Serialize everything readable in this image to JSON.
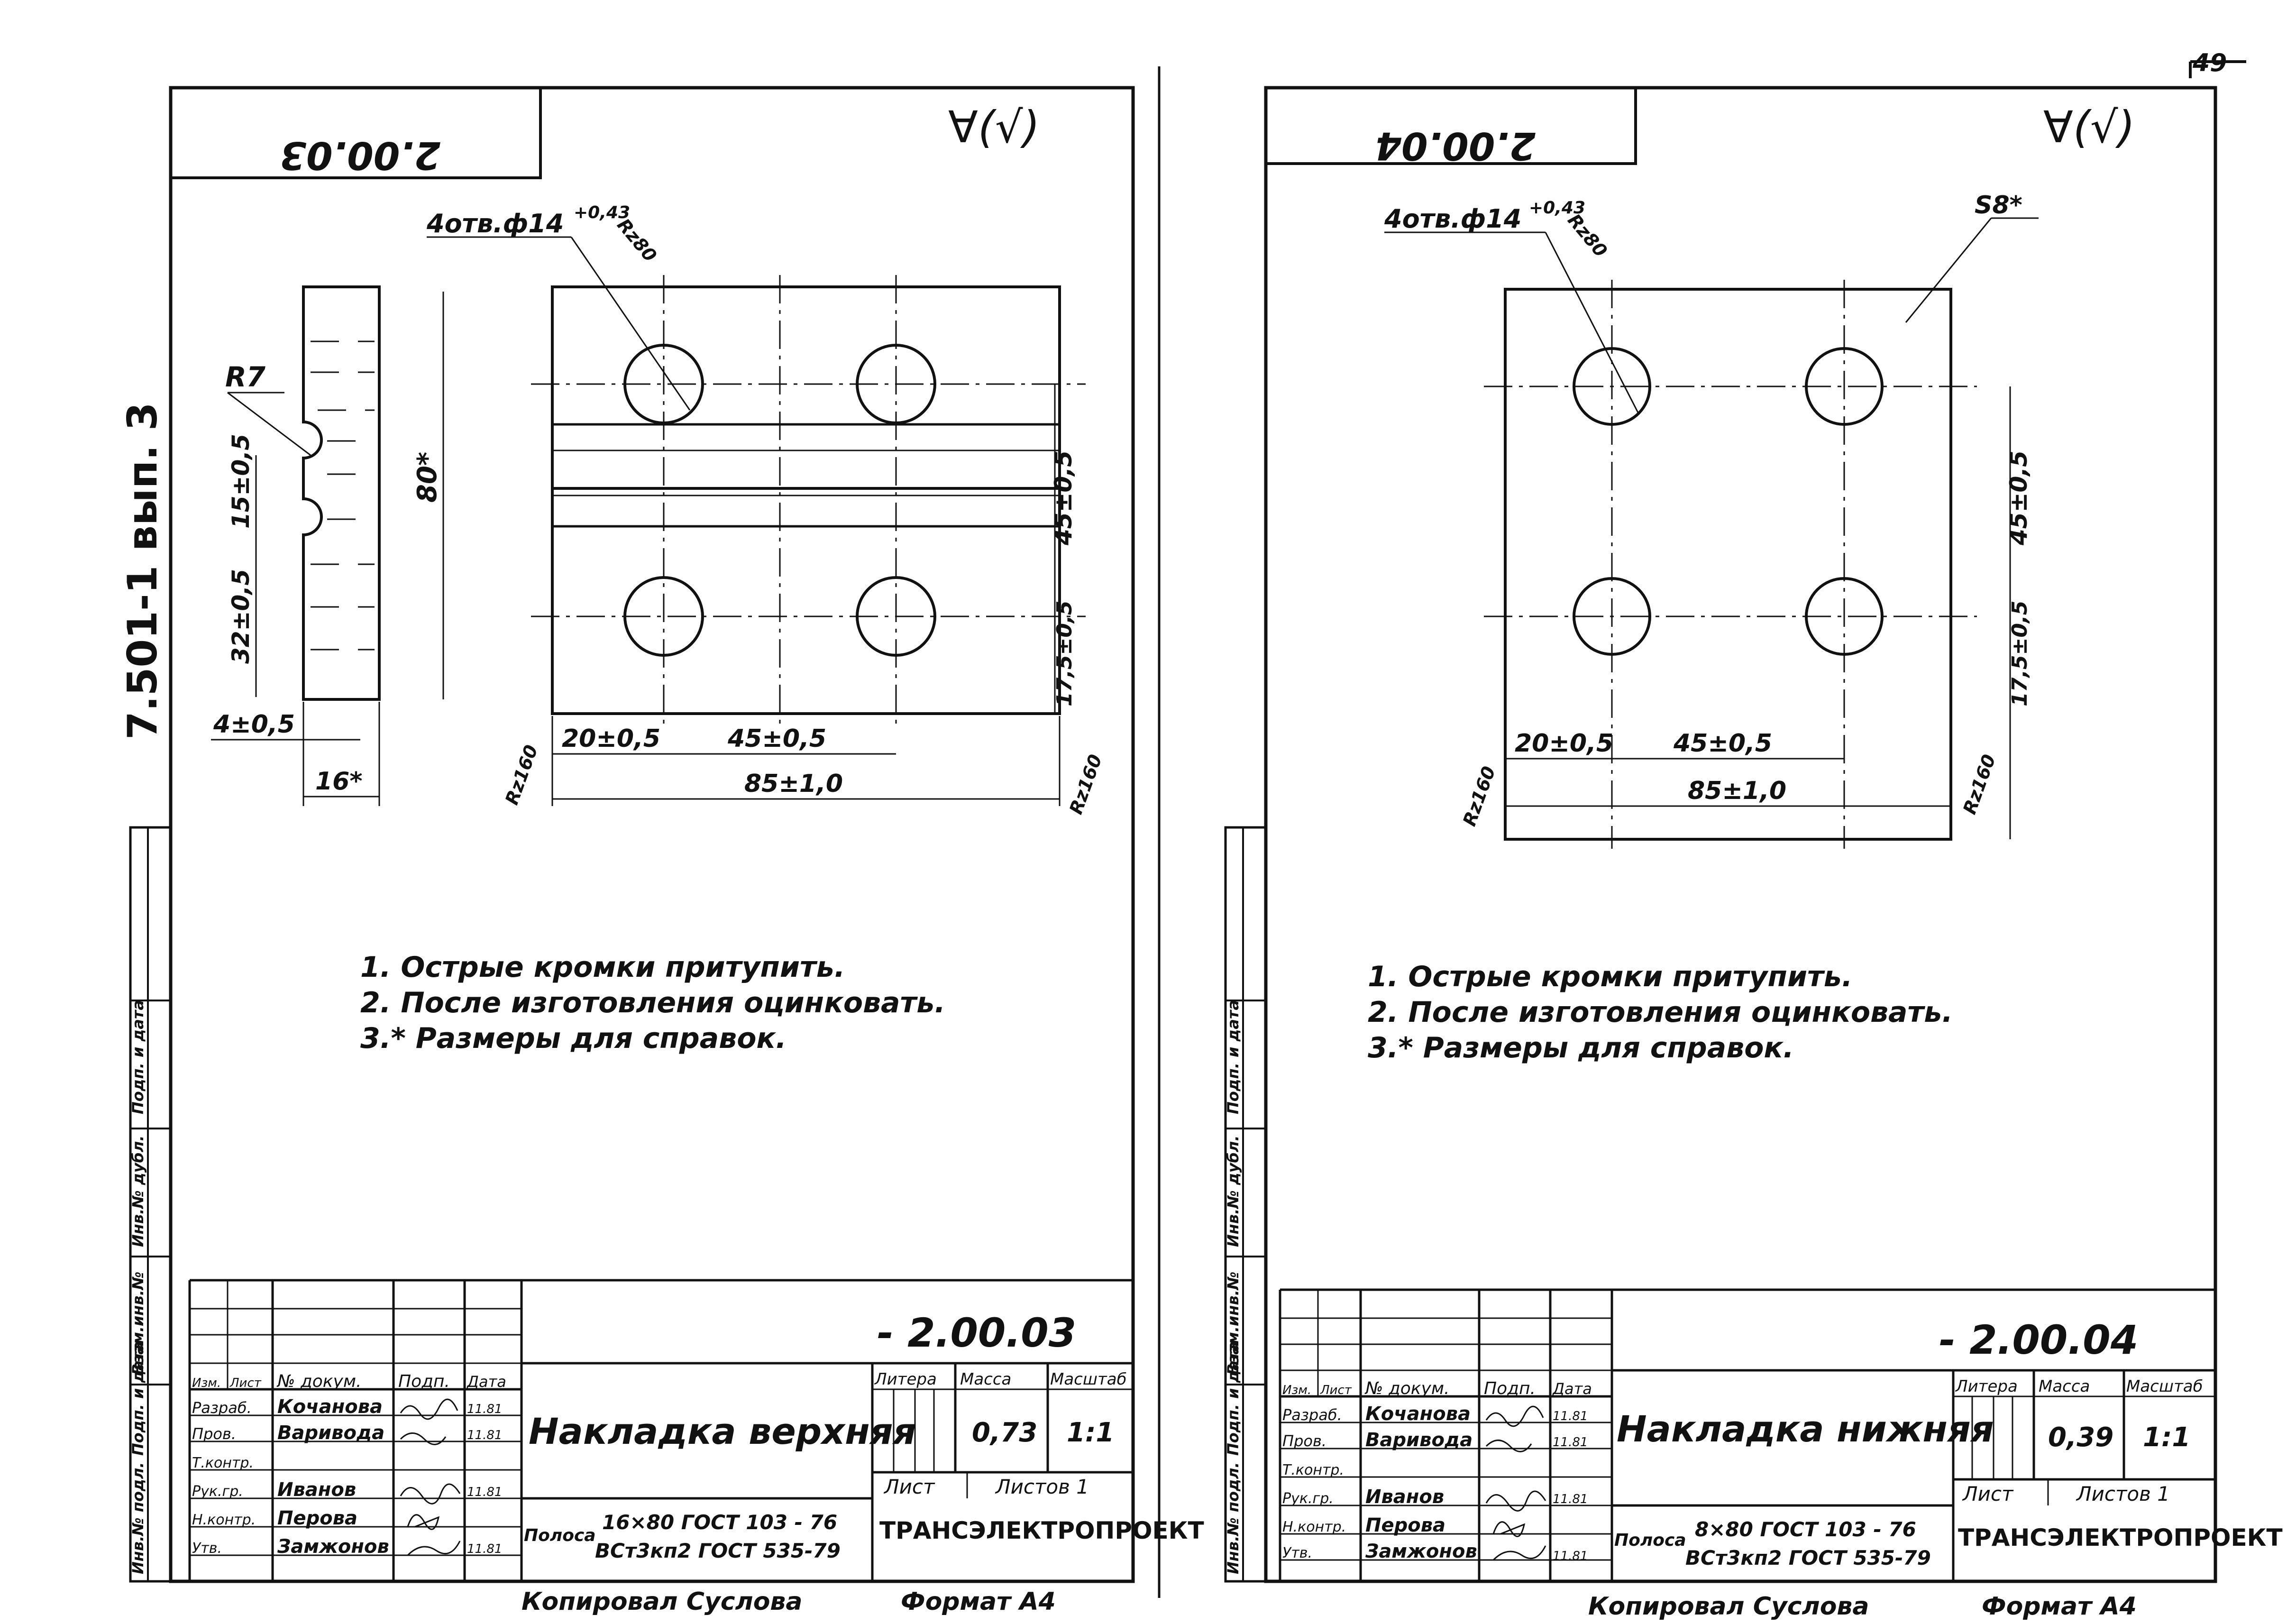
{
  "page_number": "49",
  "series": "7.501-1 вып. 3",
  "left_sheet": {
    "mirrored_code": "2.00.03",
    "surface_mark": "∀(√)",
    "holes_callout": "4отв.ф14",
    "holes_tolerance": "+0,43",
    "holes_roughness": "Rz80",
    "radius": "R7",
    "dim_15": "15±0,5",
    "dim_32": "32±0,5",
    "dim_80": "80*",
    "dim_4": "4±0,5",
    "dim_16": "16*",
    "dim_45v": "45±0,5",
    "dim_17": "17,5±0,5",
    "dim_20": "20±0,5",
    "dim_45h": "45±0,5",
    "dim_85": "85±1,0",
    "rz_left": "Rz160",
    "rz_right": "Rz160",
    "note1": "1. Острые кромки притупить.",
    "note2": "2. После изготовления оцинковать.",
    "note3": "3.* Размеры для справок.",
    "designation": "- 2.00.03",
    "title": "Накладка верхняя",
    "mass": "0,73",
    "scale": "1:1",
    "material_label": "Полоса",
    "material_line1": "16×80 ГОСТ 103 - 76",
    "material_line2": "ВСт3кп2 ГОСТ 535-79"
  },
  "right_sheet": {
    "mirrored_code": "2.00.04",
    "surface_mark": "∀(√)",
    "holes_callout": "4отв.ф14",
    "holes_tolerance": "+0,43",
    "holes_roughness": "Rz80",
    "thickness": "S8*",
    "dim_45v": "45±0,5",
    "dim_17": "17,5±0,5",
    "dim_20": "20±0,5",
    "dim_45h": "45±0,5",
    "dim_85": "85±1,0",
    "rz_left": "Rz160",
    "rz_right": "Rz160",
    "note1": "1. Острые кромки притупить.",
    "note2": "2. После изготовления оцинковать.",
    "note3": "3.* Размеры для справок.",
    "designation": "- 2.00.04",
    "title": "Накладка нижняя",
    "mass": "0,39",
    "scale": "1:1",
    "material_label": "Полоса",
    "material_line1": "8×80 ГОСТ 103 - 76",
    "material_line2": "ВСт3кп2 ГОСТ 535-79"
  },
  "stamp": {
    "col_izm": "Изм.",
    "col_list": "Лист",
    "col_doc": "№ докум.",
    "col_sign": "Подп.",
    "col_date": "Дата",
    "role_razrab": "Разраб.",
    "role_prov": "Пров.",
    "role_tkontr": "Т.контр.",
    "role_rukgr": "Рук.гр.",
    "role_nkontr": "Н.контр.",
    "role_utv": "Утв.",
    "name_razrab": "Кочанова",
    "name_prov": "Варивода",
    "name_rukgr": "Иванов",
    "name_nkontr": "Перова",
    "name_utv": "Замжонов",
    "date": "11.81",
    "litera": "Литера",
    "massa": "Масса",
    "masshtab": "Масштаб",
    "sheet": "Лист",
    "sheets": "Листов 1",
    "company": "ТРАНСЭЛЕКТРОПРОЕКТ",
    "copied": "Копировал Суслова",
    "format": "Формат А4"
  },
  "side_stamp": {
    "inv_podl": "Инв.№ подл.",
    "podp_data": "Подп. и дата",
    "vzam_inv": "Взам.инв.№",
    "inv_dubl": "Инв.№ дубл.",
    "podp_data2": "Подп. и дата"
  }
}
